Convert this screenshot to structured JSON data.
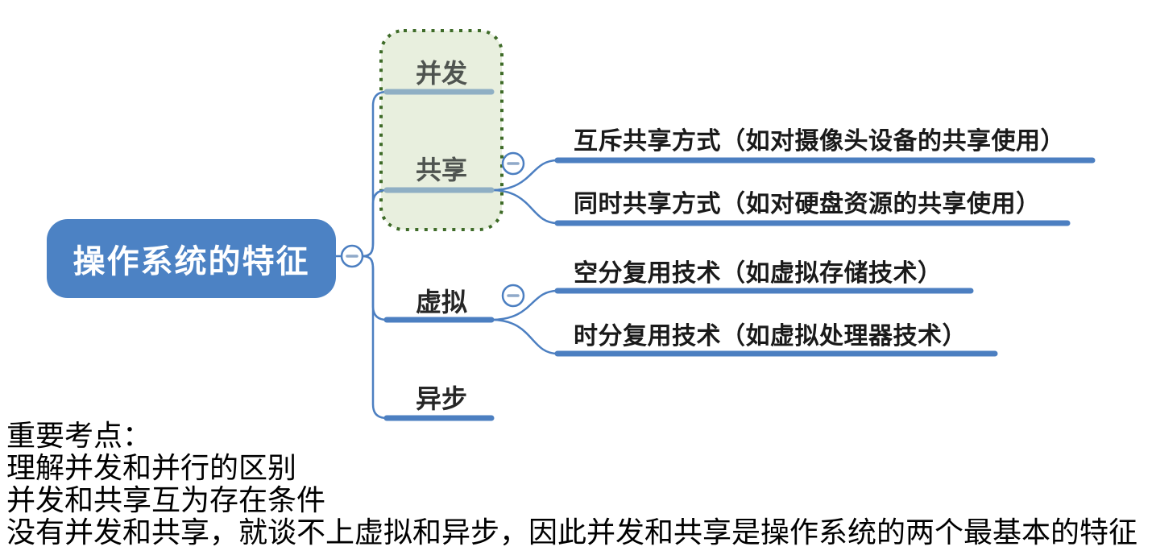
{
  "colors": {
    "accent_blue": "#4c7fc1",
    "root_fill": "#4c82c4",
    "steel_bar": "#8fafc4",
    "boundary_fill": "#e8efde",
    "boundary_border": "#3e6b28",
    "minus_glyph": "#8fa9c9"
  },
  "mindmap": {
    "root": {
      "label": "操作系统的特征"
    },
    "branches": [
      {
        "label": "并发",
        "children": []
      },
      {
        "label": "共享",
        "children": [
          "互斥共享方式（如对摄像头设备的共享使用）",
          "同时共享方式（如对硬盘资源的共享使用）"
        ]
      },
      {
        "label": "虚拟",
        "children": [
          "空分复用技术（如虚拟存储技术）",
          "时分复用技术（如虚拟处理器技术）"
        ]
      },
      {
        "label": "异步",
        "children": []
      }
    ],
    "grouped_branches": [
      "并发",
      "共享"
    ],
    "collapse_icon": "minus-in-circle"
  },
  "notes": {
    "lines": [
      "重要考点：",
      "理解并发和并行的区别",
      "并发和共享互为存在条件",
      "没有并发和共享，就谈不上虚拟和异步，因此并发和共享是操作系统的两个最基本的特征"
    ]
  }
}
